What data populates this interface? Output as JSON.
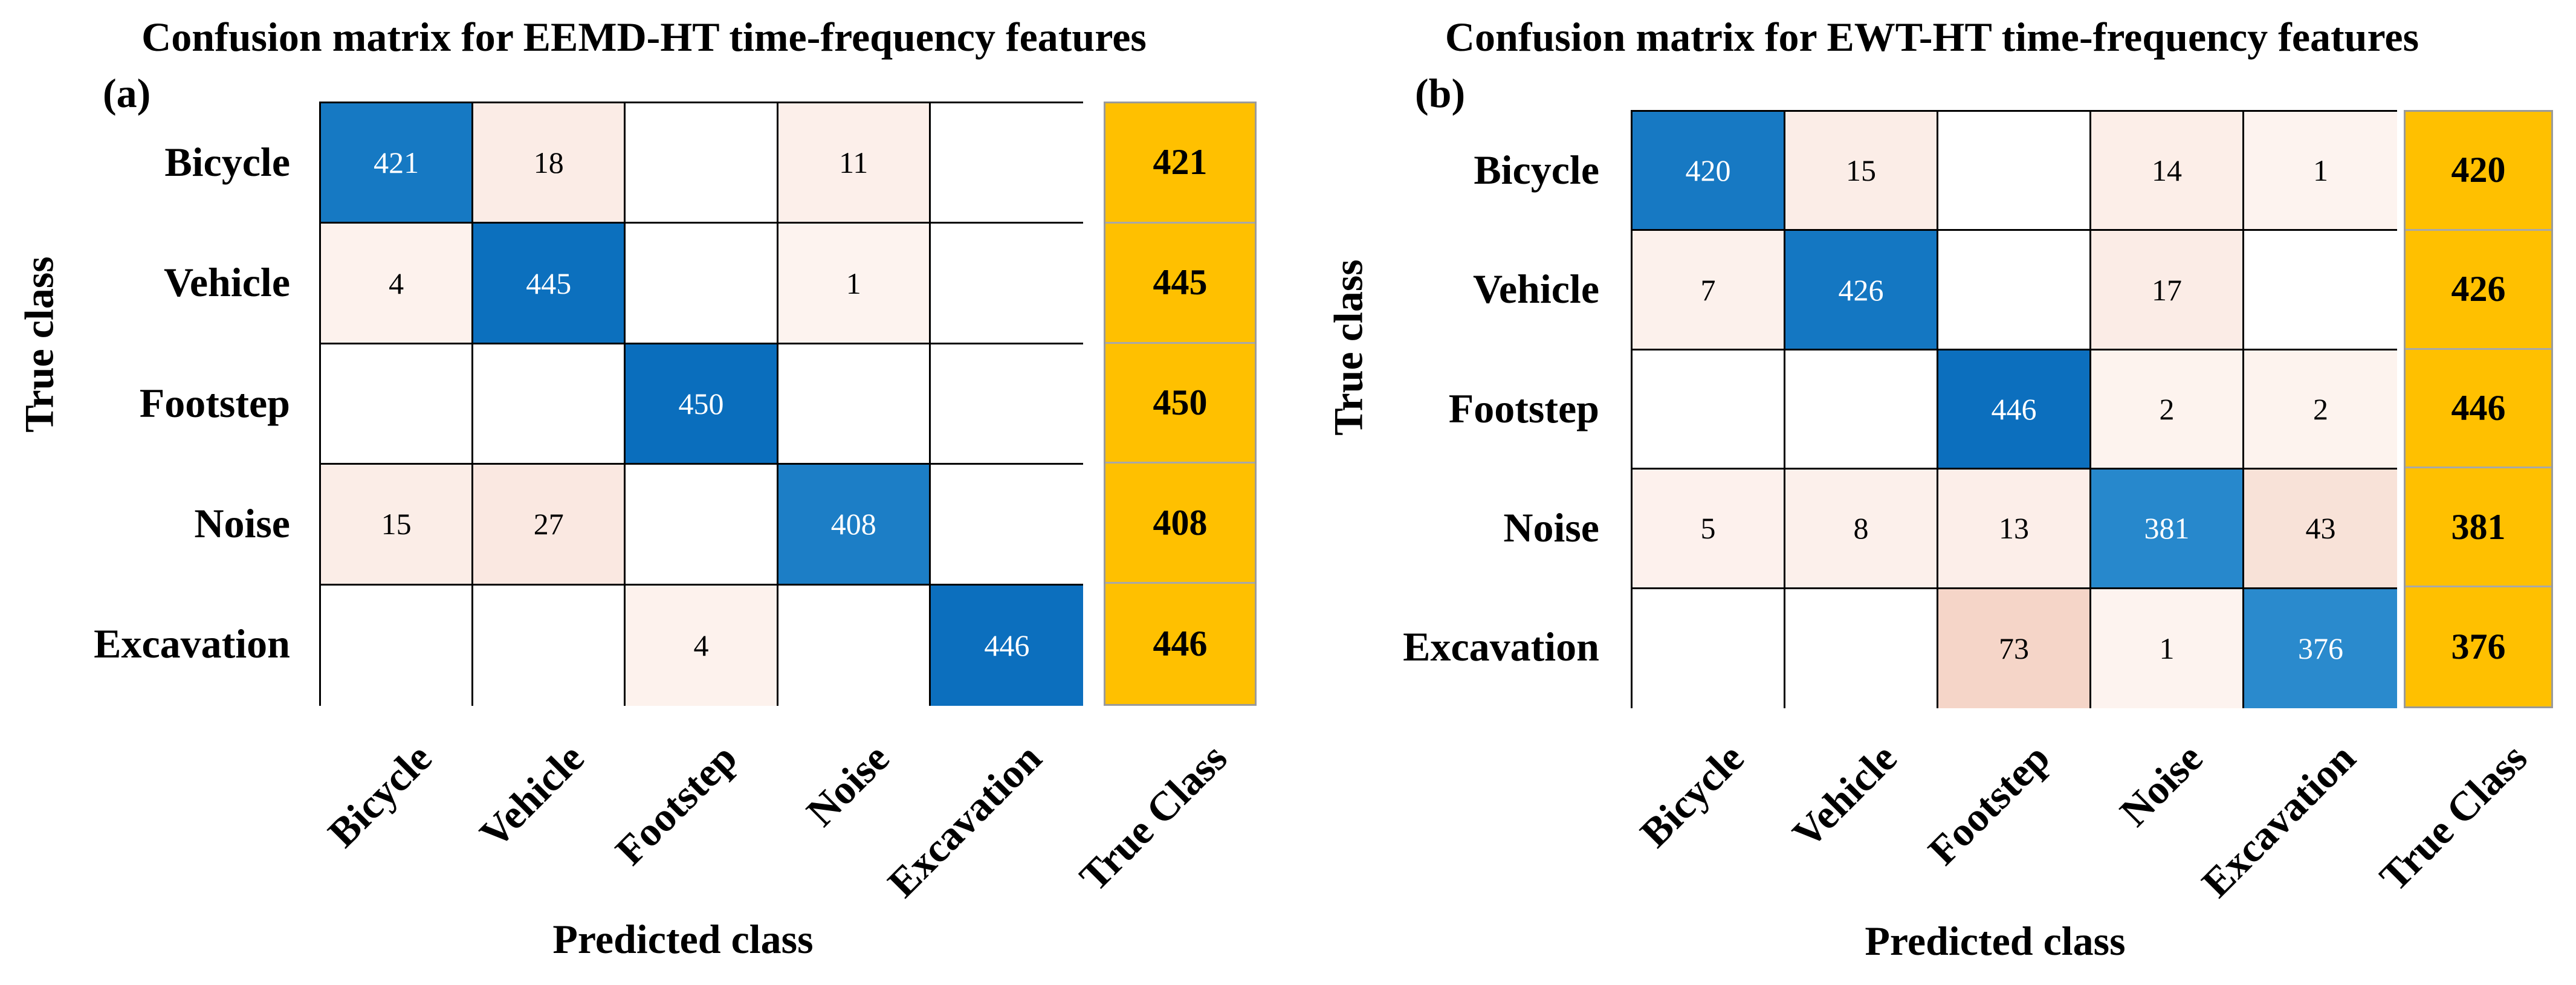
{
  "chart_data": [
    {
      "type": "heatmap",
      "panel_label": "(a)",
      "title": "Confusion matrix for EEMD-HT time-frequency features",
      "xlabel": "Predicted class",
      "ylabel": "True class",
      "rows": [
        "Bicycle",
        "Vehicle",
        "Footstep",
        "Noise",
        "Excavation"
      ],
      "columns": [
        "Bicycle",
        "Vehicle",
        "Footstep",
        "Noise",
        "Excavation"
      ],
      "totals_label": "True Class",
      "matrix": [
        [
          421,
          18,
          null,
          11,
          null
        ],
        [
          4,
          445,
          null,
          1,
          null
        ],
        [
          null,
          null,
          450,
          null,
          null
        ],
        [
          15,
          27,
          null,
          408,
          null
        ],
        [
          null,
          null,
          4,
          null,
          446
        ]
      ],
      "totals": [
        421,
        445,
        450,
        408,
        446
      ]
    },
    {
      "type": "heatmap",
      "panel_label": "(b)",
      "title": "Confusion matrix for EWT-HT time-frequency features",
      "xlabel": "Predicted class",
      "ylabel": "True class",
      "rows": [
        "Bicycle",
        "Vehicle",
        "Footstep",
        "Noise",
        "Excavation"
      ],
      "columns": [
        "Bicycle",
        "Vehicle",
        "Footstep",
        "Noise",
        "Excavation"
      ],
      "totals_label": "True Class",
      "matrix": [
        [
          420,
          15,
          null,
          14,
          1
        ],
        [
          7,
          426,
          null,
          17,
          null
        ],
        [
          null,
          null,
          446,
          2,
          2
        ],
        [
          5,
          8,
          13,
          381,
          43
        ],
        [
          null,
          null,
          73,
          1,
          376
        ]
      ],
      "totals": [
        420,
        426,
        446,
        381,
        376
      ]
    }
  ],
  "colors": {
    "diagonal_dark": "#0a6ebd",
    "diagonal_light": "#2a8acd",
    "offdiag_light": "#fdf3ef",
    "offdiag_dark": "#f5d5c8",
    "totals_fill": "#ffc000"
  }
}
